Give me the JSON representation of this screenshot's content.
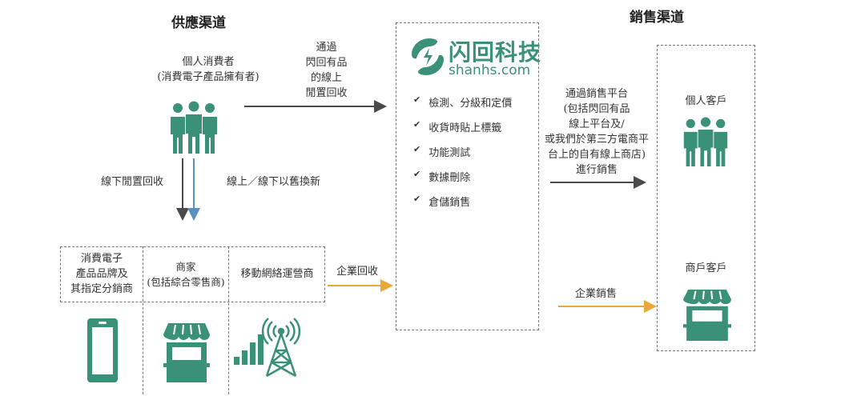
{
  "supply": {
    "title": "供應渠道",
    "individual": [
      "個人消費者",
      "(消費電子產品擁有者)"
    ],
    "online_recycle": [
      "通過",
      "閃回有品",
      "的線上",
      "閒置回收"
    ],
    "offline_recycle": "線下閒置回收",
    "trade_in": "線上／線下以舊換新",
    "enterprise_recycle": "企業回收",
    "partners": [
      {
        "label": [
          "消費電子",
          "產品品牌及",
          "其指定分銷商"
        ]
      },
      {
        "label": [
          "商家",
          "(包括綜合零售商)"
        ]
      },
      {
        "label": [
          "移動網絡運營商"
        ]
      }
    ]
  },
  "company": {
    "logo_cn": "闪回科技",
    "logo_url": "shanhs.com",
    "services": [
      "檢測、分級和定價",
      "收貨時貼上標籤",
      "功能測試",
      "數據刪除",
      "倉儲銷售"
    ]
  },
  "sales": {
    "title": "銷售渠道",
    "platform_text": [
      "通過銷售平台",
      "(包括閃回有品",
      "線上平台及/",
      "或我們於第三方電商平",
      "台上的自有線上商店)",
      "進行銷售"
    ],
    "enterprise_sales": "企業銷售",
    "individual_customer": "個人客戶",
    "merchant_customer": "商戶客戶"
  },
  "colors": {
    "green": "#3a9178",
    "dark_arrow": "#4a4a4a",
    "blue_arrow": "#5b8fc0",
    "orange_arrow": "#e9a93a"
  }
}
